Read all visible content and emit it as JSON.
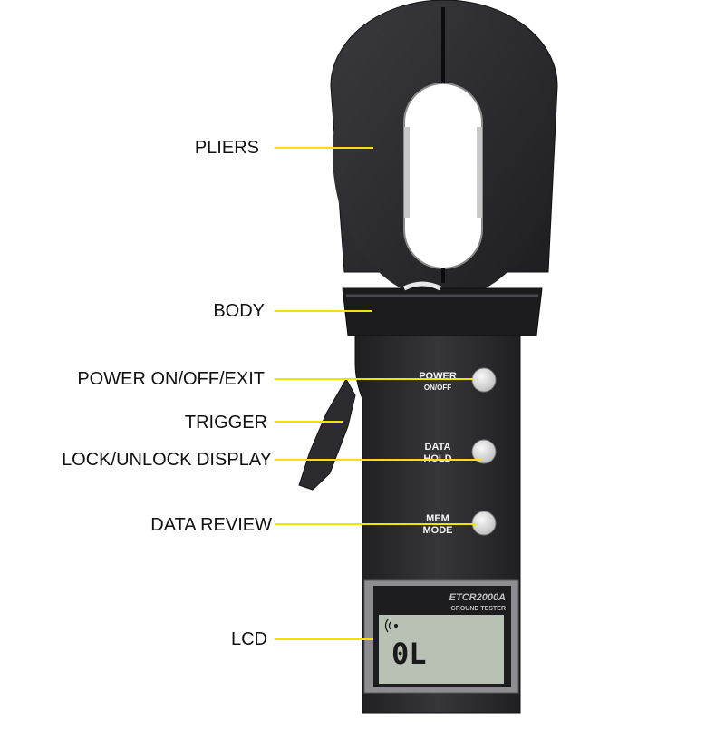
{
  "colors": {
    "background": "#ffffff",
    "body": "#2b2b2e",
    "body_light": "#3a3a3e",
    "leader": "#f2e400",
    "button": "#e2e2e2",
    "lcd": "#b9c1b4",
    "lcd_text": "#1a1a1a",
    "label": "#111111",
    "panel_text": "#f4f4f4"
  },
  "callouts": {
    "pliers": "PLIERS",
    "body": "BODY",
    "power": "POWER ON/OFF/EXIT",
    "trigger": "TRIGGER",
    "lock": "LOCK/UNLOCK DISPLAY",
    "review": "DATA REVIEW",
    "lcd": "LCD"
  },
  "device": {
    "buttons": {
      "power_main": "POWER",
      "power_sub": "ON/OFF",
      "hold_main": "DATA",
      "hold_sub": "HOLD",
      "mem_main": "MEM",
      "mem_sub": "MODE"
    },
    "model": "ETCR2000A",
    "subtitle": "GROUND TESTER",
    "lcd_reading": "0L",
    "icons": {
      "signal": "signal-icon"
    }
  }
}
